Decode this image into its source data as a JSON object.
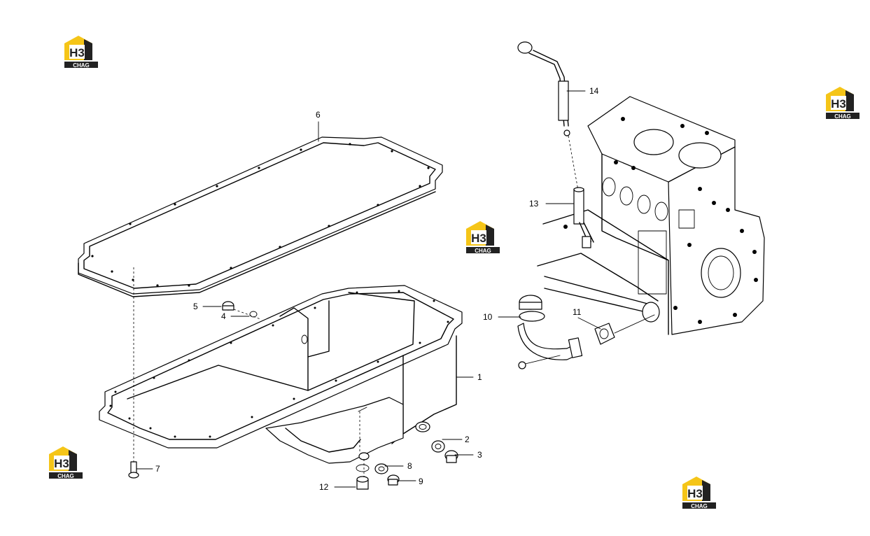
{
  "logo": {
    "main": "H3",
    "sub": "CHAG",
    "color_yellow": "#f5c518",
    "color_dark": "#222222"
  },
  "callouts": {
    "c1": "1",
    "c2": "2",
    "c3": "3",
    "c4": "4",
    "c5": "5",
    "c6": "6",
    "c7": "7",
    "c8": "8",
    "c9": "9",
    "c10": "10",
    "c11": "11",
    "c12": "12",
    "c13": "13",
    "c14": "14"
  }
}
